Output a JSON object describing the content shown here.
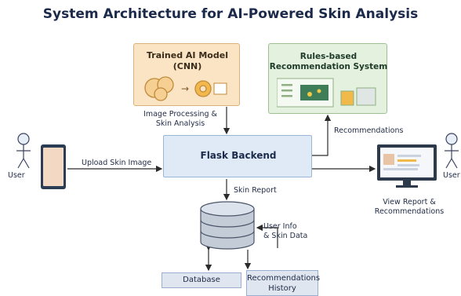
{
  "title": "System Architecture for AI-Powered Skin Analysis",
  "model_box": {
    "line1": "Trained AI Model",
    "line2": "(CNN)"
  },
  "rules_box": {
    "line1": "Rules-based",
    "line2": "Recommendation System"
  },
  "backend": {
    "label": "Flask Backend"
  },
  "labels": {
    "image_processing_1": "Image Processing &",
    "image_processing_2": "Skin Analysis",
    "recommendations": "Recommendations",
    "upload": "Upload Skin Image",
    "skin_report": "Skin Report",
    "user_info_1": "User Info",
    "user_info_2": "& Skin Data",
    "view_report_1": "View Report &",
    "view_report_2": "Recommendations"
  },
  "actors": {
    "left": "User",
    "right": "User"
  },
  "storage": {
    "database": "Database",
    "history_1": "Recommendations",
    "history_2": "History"
  },
  "colors": {
    "model_fill": "#fbe4c4",
    "rules_fill": "#e3f1de",
    "backend_fill": "#dfeaf6",
    "db_fill": "#dfe6f0",
    "arrow": "#2b2b2b"
  },
  "icons": [
    "neural-network-icon",
    "gear-icon",
    "dashboard-icon",
    "user-icon",
    "phone-icon",
    "monitor-icon",
    "database-icon"
  ]
}
